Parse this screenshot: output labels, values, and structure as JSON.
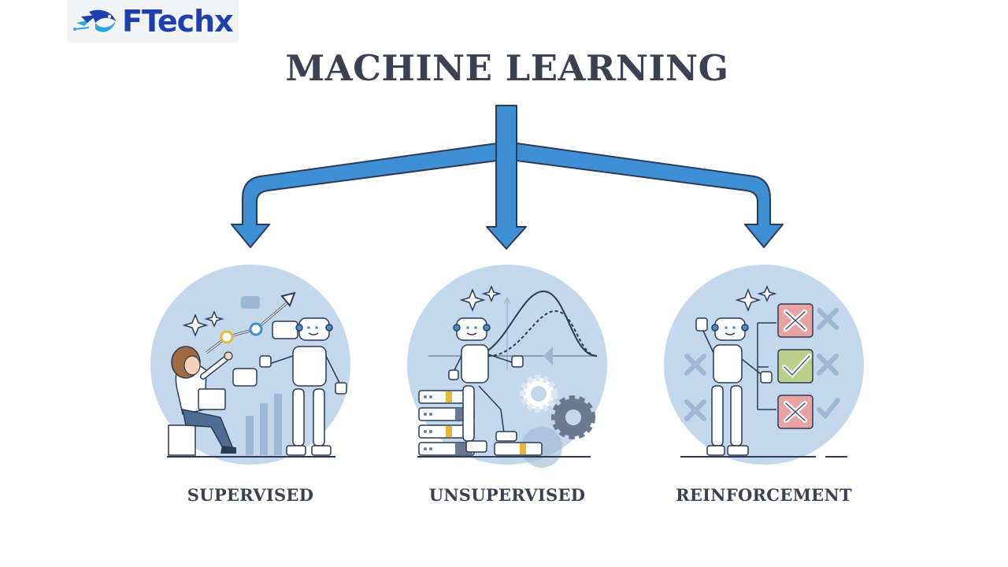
{
  "logo": {
    "text": "FTechx",
    "colors": {
      "brand": "#1e3fae",
      "accent": "#2aa7e0"
    }
  },
  "title": "MACHINE LEARNING",
  "branches": [
    {
      "label": "SUPERVISED",
      "icon": "person-robot-chart-icon"
    },
    {
      "label": "UNSUPERVISED",
      "icon": "robot-clustering-gears-icon"
    },
    {
      "label": "REINFORCEMENT",
      "icon": "robot-check-cross-icon"
    }
  ],
  "colors": {
    "arrow": "#3f8fd4",
    "arrow_outline": "#2b3a55",
    "circle": "#c3d8ec",
    "text": "#3b4053"
  }
}
